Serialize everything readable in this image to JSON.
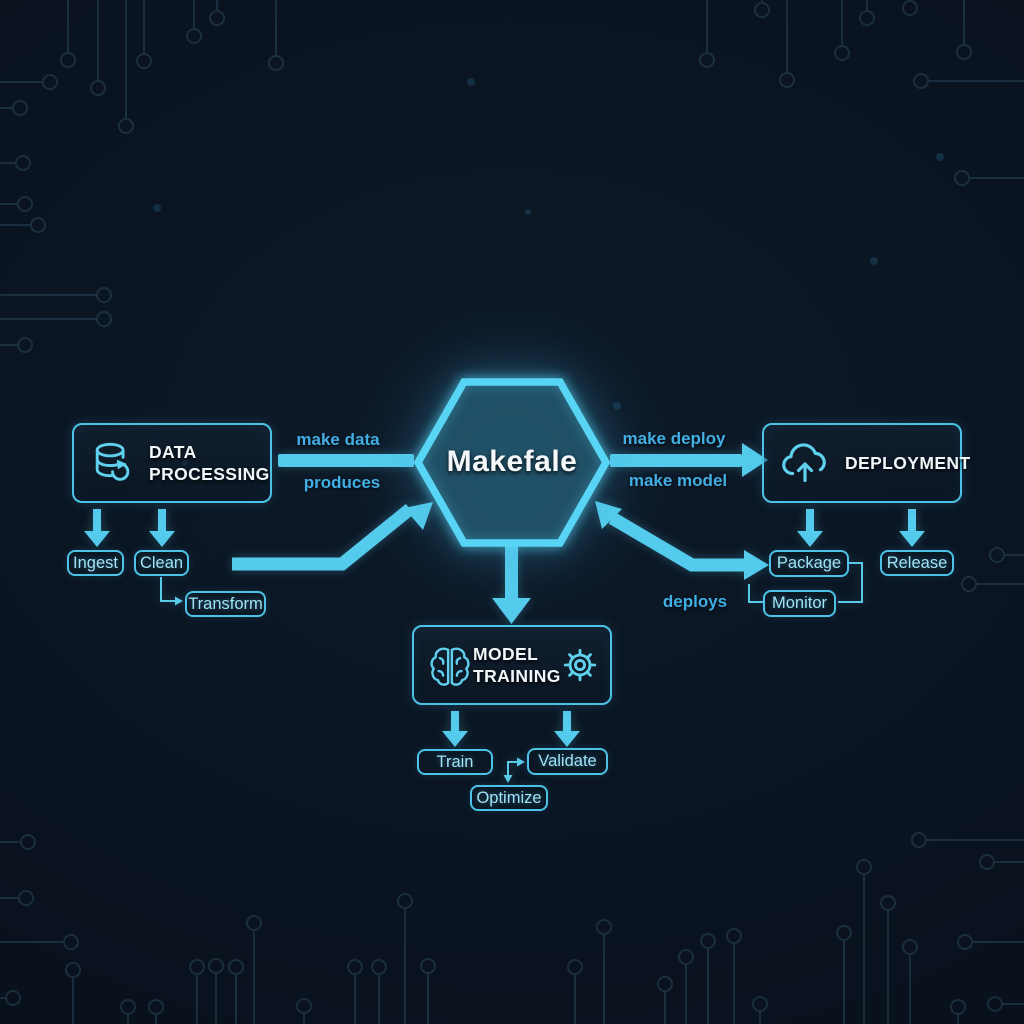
{
  "hexagon": {
    "label": "Makefale"
  },
  "nodes": {
    "data_processing": {
      "label": "DATA PROCESSING",
      "icon": "database-sync-icon"
    },
    "deployment": {
      "label": "DEPLOYMENT",
      "icon": "cloud-upload-icon"
    },
    "model_training": {
      "label": "MODEL TRAINING",
      "icons": [
        "brain-icon",
        "gear-icon"
      ]
    }
  },
  "edge_labels": {
    "make_data": "make data",
    "produces": "produces",
    "make_deploy": "make deploy",
    "make_model": "make model",
    "deploys": "deploys"
  },
  "subnodes": {
    "ingest": "Ingest",
    "clean": "Clean",
    "transform": "Transform",
    "package": "Package",
    "monitor": "Monitor",
    "release": "Release",
    "train": "Train",
    "validate": "Validate",
    "optimize": "Optimize"
  },
  "colors": {
    "background": "#0a1320",
    "accent_cyan": "#54cbec",
    "hexagon_stroke": "#58d4f4",
    "box_border": "#4cc2e6",
    "edge_label_text": "#41aee4",
    "subnode_text": "#9fe2f6",
    "node_text": "#f2f7fa",
    "circuit_trace": "#2b4a5e"
  }
}
